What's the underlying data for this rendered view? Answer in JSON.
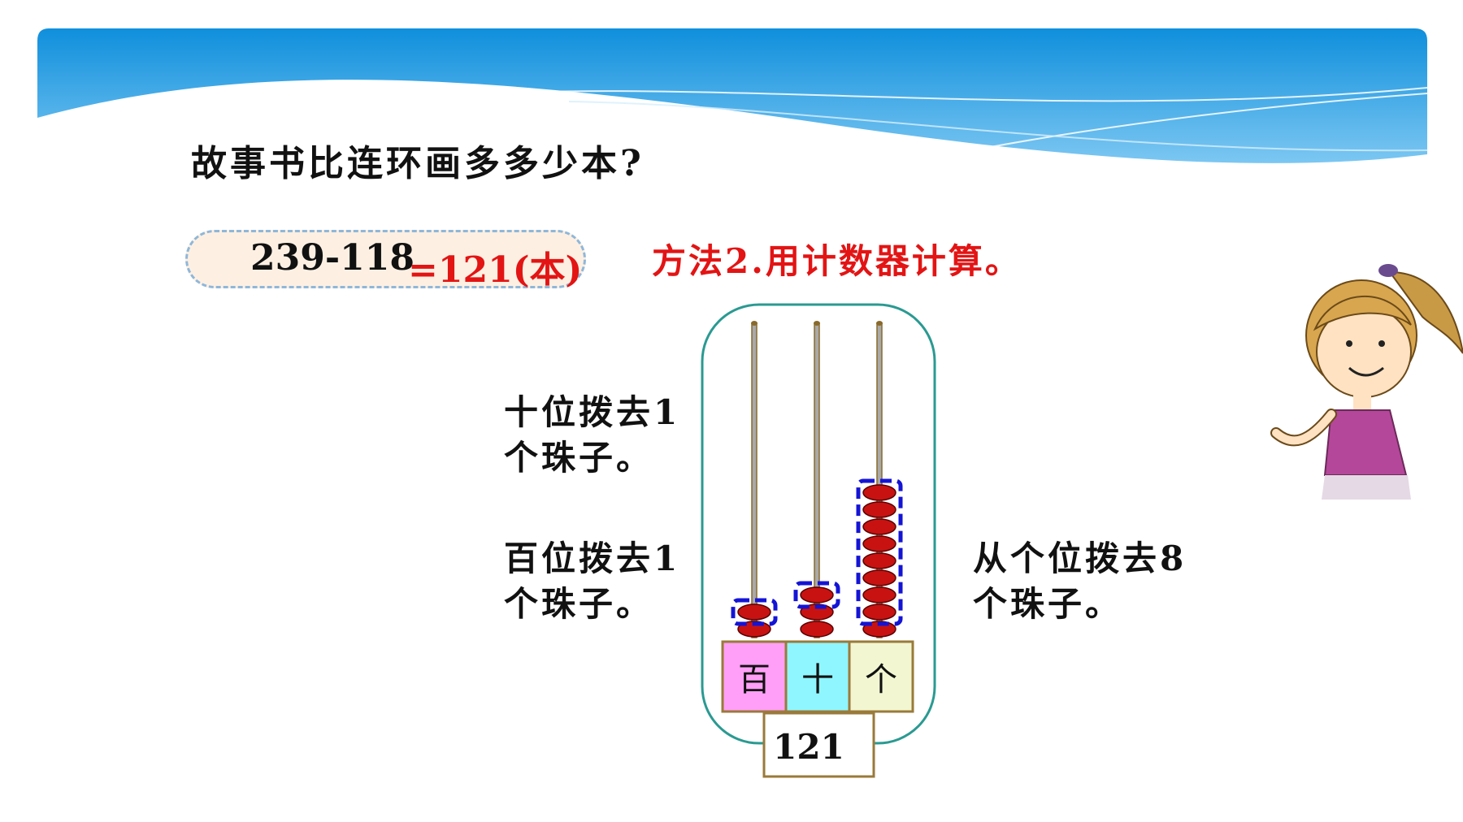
{
  "question": "故事书比连环画多多少本?",
  "equation": {
    "expression": "239-118",
    "result": "=121(本)"
  },
  "method": "方法2.用计数器计算。",
  "notes": {
    "tens": "十位拨去1个珠子。",
    "hundreds": "百位拨去1个珠子。",
    "ones": "从个位拨去8个珠子。"
  },
  "counter": {
    "places": [
      "百",
      "十",
      "个"
    ],
    "place_colors": [
      "#ff9ff7",
      "#8ff6ff",
      "#f2f7d2"
    ],
    "beads_remaining": [
      1,
      2,
      1
    ],
    "beads_removed": [
      1,
      1,
      8
    ],
    "bead_color": "#c81212",
    "highlight_color": "#1414d6",
    "result": "121"
  }
}
